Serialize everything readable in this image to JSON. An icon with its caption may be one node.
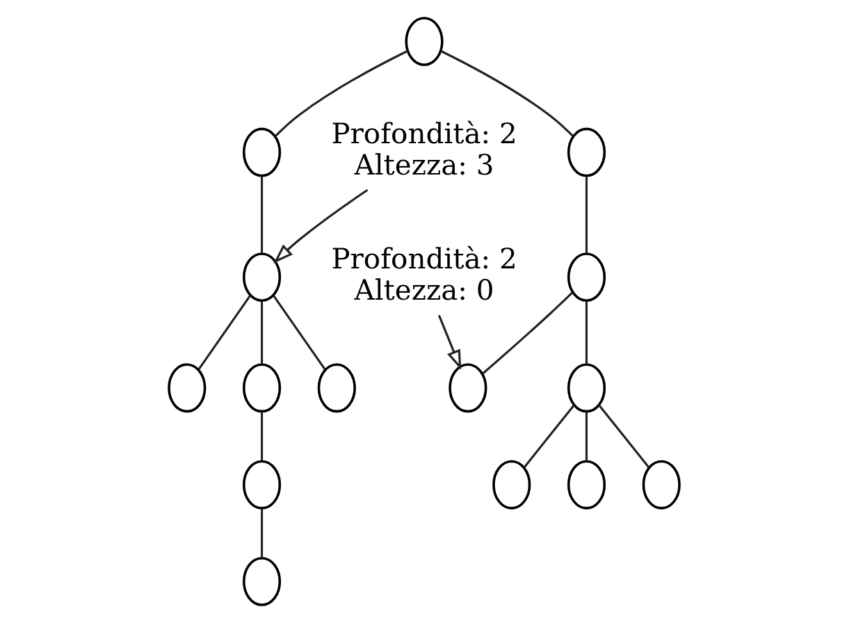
{
  "diagram": {
    "nodes": [
      {
        "text": [],
        "shape": "circle"
      },
      {
        "text": [],
        "shape": "circle"
      },
      {
        "text": [],
        "shape": "circle"
      },
      {
        "text": [],
        "shape": "circle"
      },
      {
        "text": [],
        "shape": "circle"
      },
      {
        "text": [],
        "shape": "circle"
      },
      {
        "text": [],
        "shape": "circle"
      },
      {
        "text": [],
        "shape": "circle"
      },
      {
        "text": [],
        "shape": "circle"
      },
      {
        "text": [],
        "shape": "circle"
      },
      {
        "text": [],
        "shape": "circle"
      },
      {
        "text": [],
        "shape": "circle"
      },
      {
        "text": [],
        "shape": "circle"
      },
      {
        "text": [],
        "shape": "circle"
      },
      {
        "text": [],
        "shape": "circle"
      },
      {
        "text": [
          "Profondità: 2",
          "Altezza: 3"
        ]
      },
      {
        "text": [
          "Profondità: 2",
          "Altezza: 0"
        ]
      }
    ],
    "edges": [
      {
        "from": 0,
        "to": 1,
        "arrow": "none"
      },
      {
        "from": 0,
        "to": 2,
        "arrow": "none"
      },
      {
        "from": 1,
        "to": 3,
        "arrow": "none"
      },
      {
        "from": 3,
        "to": 4,
        "arrow": "none"
      },
      {
        "from": 3,
        "to": 5,
        "arrow": "none"
      },
      {
        "from": 3,
        "to": 6,
        "arrow": "none"
      },
      {
        "from": 5,
        "to": 7,
        "arrow": "none"
      },
      {
        "from": 7,
        "to": 8,
        "arrow": "none"
      },
      {
        "from": 2,
        "to": 9,
        "arrow": "none"
      },
      {
        "from": 9,
        "to": 10,
        "arrow": "none"
      },
      {
        "from": 9,
        "to": 11,
        "arrow": "none"
      },
      {
        "from": 11,
        "to": 12,
        "arrow": "none"
      },
      {
        "from": 11,
        "to": 13,
        "arrow": "none"
      },
      {
        "from": 11,
        "to": 14,
        "arrow": "none"
      },
      {
        "from": 15,
        "to": 3,
        "arrow": "to"
      },
      {
        "from": 16,
        "to": 10,
        "arrow": "to"
      }
    ]
  }
}
